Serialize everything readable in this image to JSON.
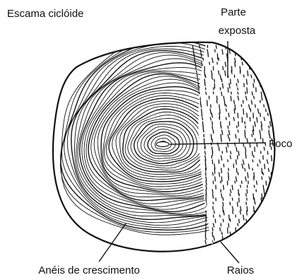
{
  "diagram": {
    "title": "Escama ciclóide",
    "labels": {
      "exposed_part_line1": "Parte",
      "exposed_part_line2": "exposta",
      "focus": "Foco",
      "growth_rings": "Anéis de crescimento",
      "rays": "Raios"
    },
    "colors": {
      "ink": "#111111",
      "background": "#ffffff"
    }
  }
}
